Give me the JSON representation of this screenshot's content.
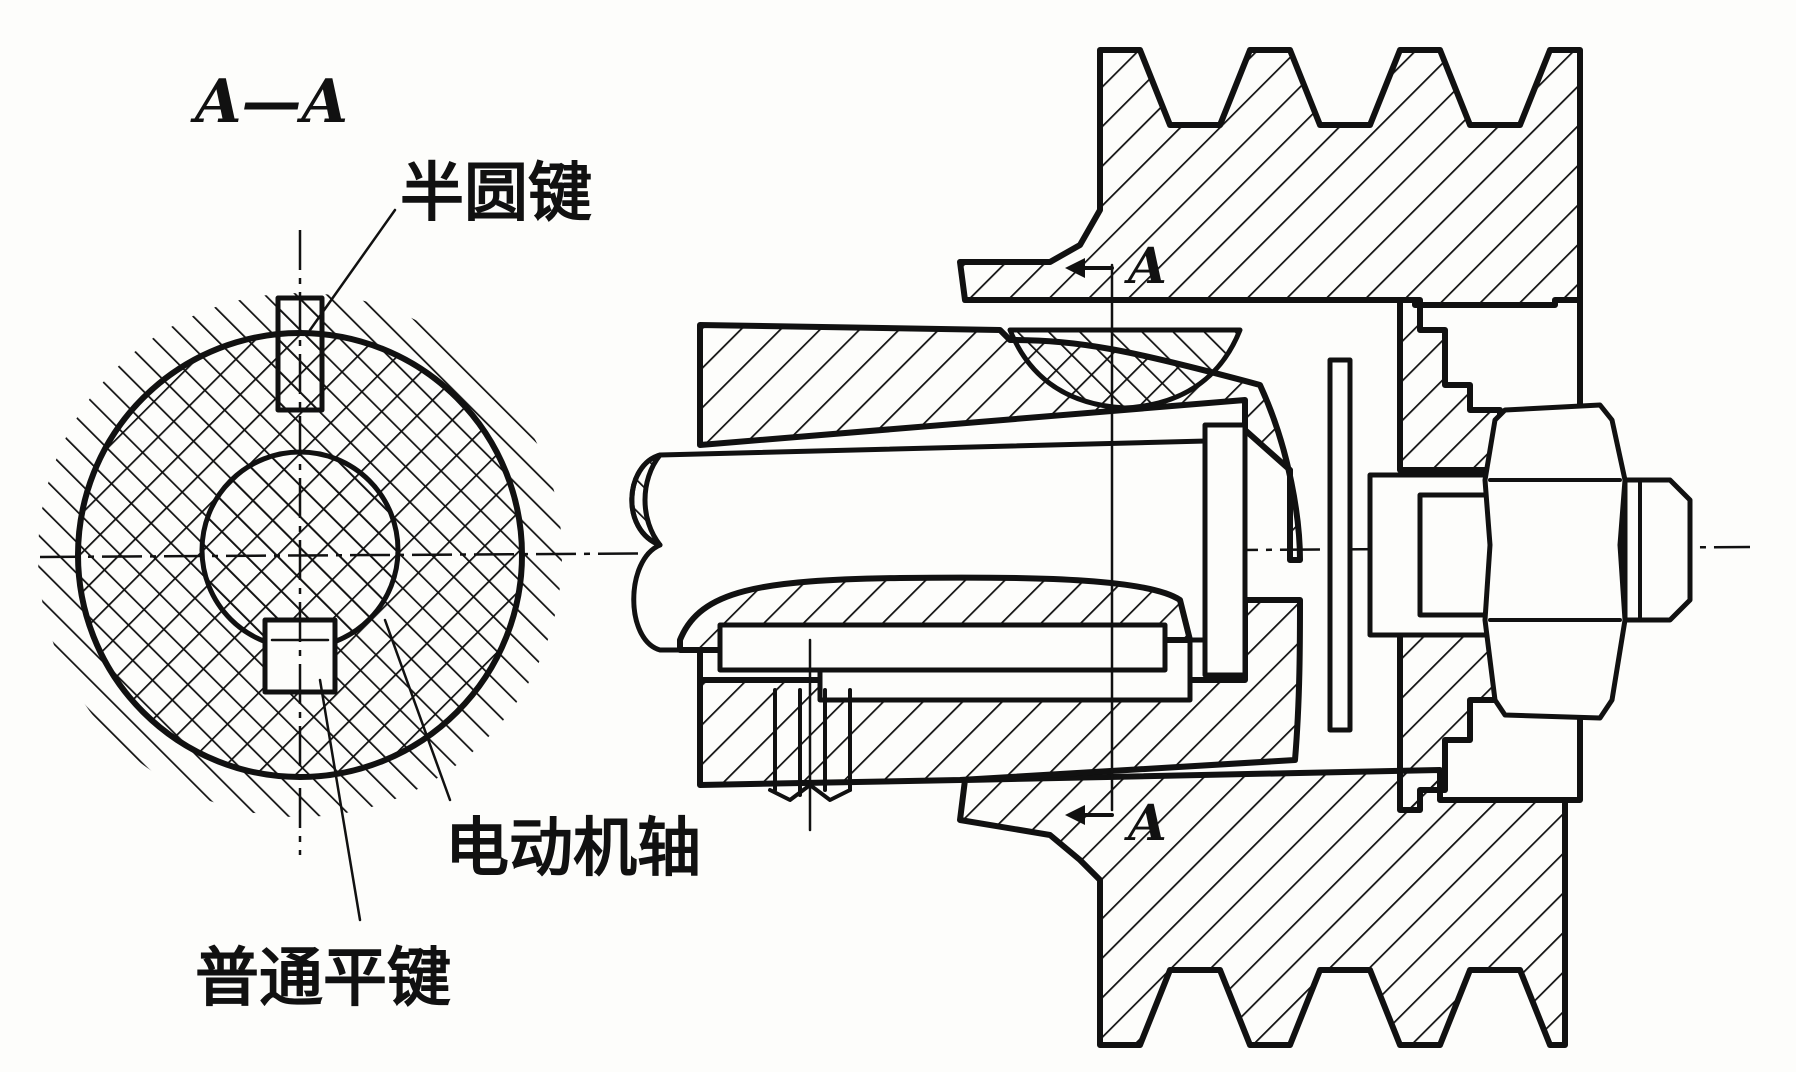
{
  "section_label": "A—A",
  "section_marker_top": "A",
  "section_marker_bottom": "A",
  "labels": {
    "woodruff_key": "半圆键",
    "motor_shaft": "电动机轴",
    "flat_key": "普通平键"
  }
}
